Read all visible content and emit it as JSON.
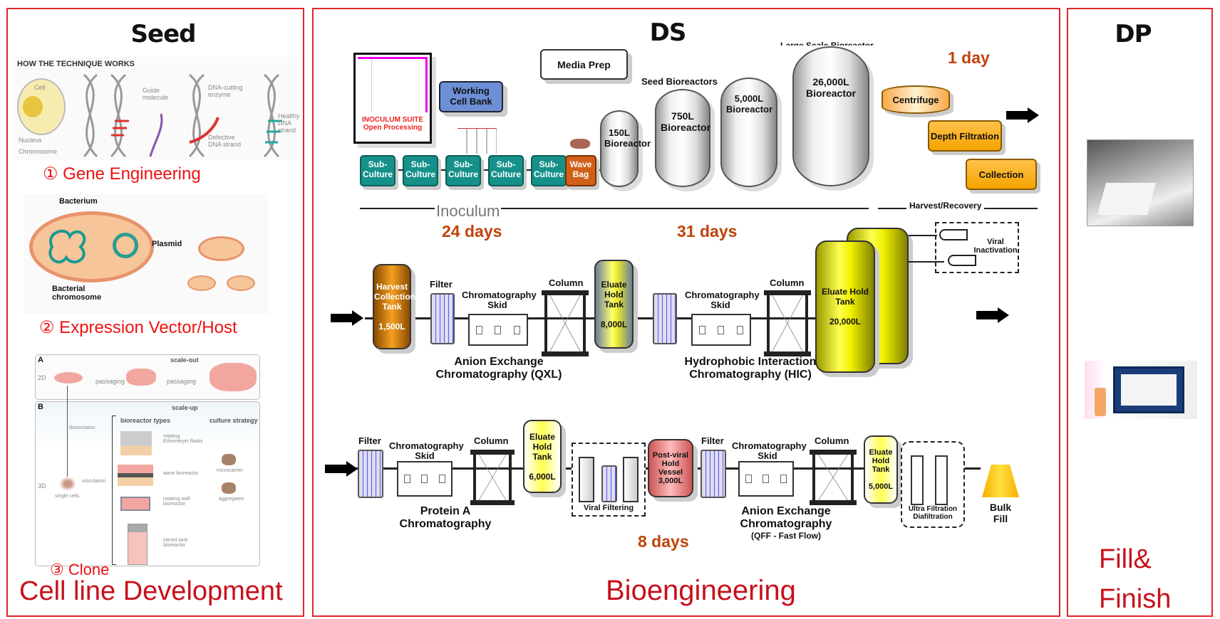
{
  "seed": {
    "title": "Seed",
    "technique": {
      "header": "HOW THE TECHNIQUE WORKS",
      "cell": "Cell",
      "nucleus": "Nucleus",
      "chromosome": "Chromosome",
      "guide": "Guide molecule",
      "enzyme": "DNA-cutting enzyme",
      "defective": "Defective DNA strand",
      "healthy": "Healthy DNA strand"
    },
    "step1": "① Gene Engineering",
    "bacterium": {
      "title": "Bacterium",
      "plasmid": "Plasmid",
      "chromosome": "Bacterial chromosome"
    },
    "step2": "② Expression Vector/Host",
    "clone": {
      "a": "A",
      "two_d": "2D",
      "scale_out": "scale-out",
      "passaging": "passaging",
      "b": "B",
      "scale_up": "scale-up",
      "types": "bioreactor types",
      "strategy": "culture strategy",
      "dissociation": "dissociation",
      "three_d": "3D",
      "single": "single cells",
      "inoculation": "inoculation",
      "flasks": "rotating Erlenmeyer flasks",
      "wave": "wave bioreactor",
      "wall": "rotating wall bioreactor",
      "stirred": "stirred tank bioreactor",
      "microcarrier": "microcarrier",
      "aggregates": "aggregates"
    },
    "step3": "③ Clone",
    "footer": "Cell line Development"
  },
  "ds": {
    "title": "DS",
    "inoculum_suite": "INOCULUM SUITE Open Processing",
    "working_cell_bank": "Working Cell Bank",
    "media_prep": "Media Prep",
    "subculture": "Sub-Culture",
    "wave_bag": "Wave Bag",
    "seed_bioreactors": "Seed Bioreactors",
    "large_scale": "Large Scale Bioreactor",
    "reactors": [
      "150L Bioreactor",
      "750L Bioreactor",
      "5,000L Bioreactor",
      "26,000L Bioreactor"
    ],
    "centrifuge": "Centrifuge",
    "depth_filtration": "Depth Filtration",
    "collection": "Collection",
    "one_day": "1 day",
    "inoculum": "Inoculum",
    "harvest_recovery": "Harvest/Recovery",
    "days_24": "24 days",
    "days_31": "31 days",
    "days_8": "8 days",
    "row2": {
      "harvest_tank": "Harvest Collection Tank",
      "harvest_vol": "1,500L",
      "filter": "Filter",
      "skid": "Chromatography Skid",
      "column": "Column",
      "eluate": "Eluate Hold Tank",
      "eluate_vol": "8,000L",
      "eluate2_vol": "20,000L",
      "viral_inactivation": "Viral Inactivation",
      "aex_caption": "Anion Exchange Chromatography (QXL)",
      "hic_caption": "Hydrophobic Interaction Chromatography (HIC)"
    },
    "row3": {
      "filter": "Filter",
      "skid": "Chromatography Skid",
      "column": "Column",
      "eluate": "Eluate Hold Tank",
      "eluate_vol": "6,000L",
      "viral_filtering": "Viral Filtering",
      "post_viral": "Post-viral Hold Vessel",
      "post_viral_vol": "3,000L",
      "eluate2_vol": "5,000L",
      "ufdf": "Ultra Filtration Diafiltration",
      "bulk_fill": "Bulk Fill",
      "protein_a": "Protein A Chromatography",
      "aex_caption": "Anion Exchange Chromatography",
      "aex_sub": "(QFF - Fast Flow)"
    },
    "footer": "Bioengineering"
  },
  "dp": {
    "title": "DP",
    "footer": "Fill& Finish"
  },
  "colors": {
    "border": "#e0262b",
    "days": "#c0440a",
    "footer": "#c8101a",
    "subculture": "#16918a",
    "orange": "#f5a300",
    "tank_yellow": "#f0f000"
  }
}
